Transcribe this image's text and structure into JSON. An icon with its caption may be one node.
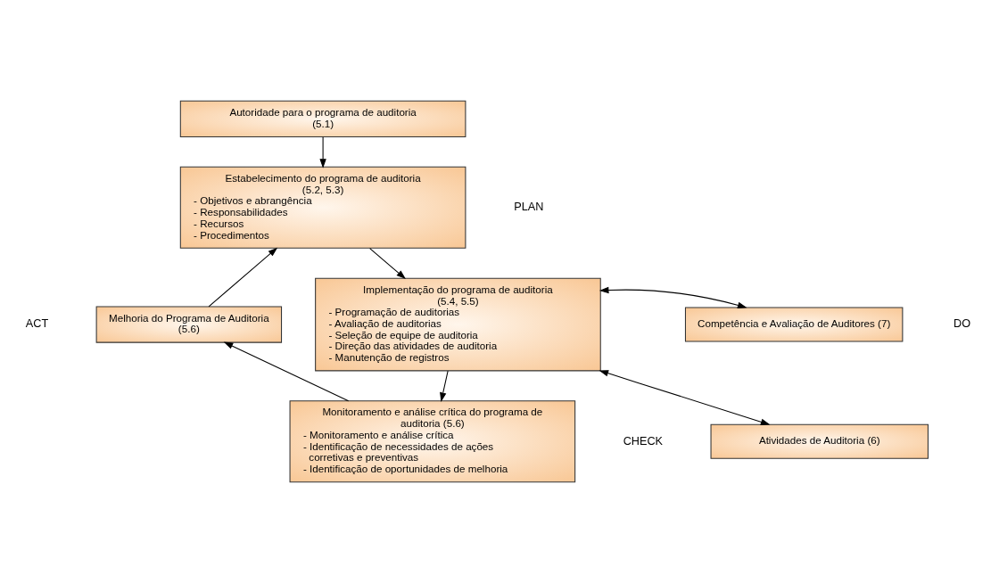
{
  "diagram": {
    "nodes": [
      {
        "text": [
          "Autoridade para o programa de auditoria",
          "(5.1)"
        ]
      },
      {
        "text": [
          "Estabelecimento do programa de auditoria",
          "(5.2, 5.3)",
          "- Objetivos e abrangência",
          "- Responsabilidades",
          "- Recursos",
          "- Procedimentos"
        ]
      },
      {
        "text": [
          "Implementação do programa de auditoria",
          "(5.4, 5.5)",
          "- Programação de auditorias",
          "- Avaliação de auditorias",
          "- Seleção de equipe de auditoria",
          "- Direção das atividades de auditoria",
          "- Manutenção de registros"
        ]
      },
      {
        "text": [
          "Competência e Avaliação de Auditores (7)"
        ]
      },
      {
        "text": [
          "Atividades de Auditoria (6)"
        ]
      },
      {
        "text": [
          "Monitoramento e análise crítica do programa de auditoria (5.6)",
          "- Monitoramento e análise crítica",
          "- Identificação de necessidades de ações corretivas e preventivas",
          "- Identificação de oportunidades de melhoria"
        ]
      },
      {
        "text": [
          "Melhoria do Programa de Auditoria",
          "(5.6)"
        ]
      }
    ],
    "edges": [
      {
        "from": 0,
        "to": 1,
        "arrow": "to"
      },
      {
        "from": 1,
        "to": 2,
        "arrow": "to"
      },
      {
        "from": 2,
        "to": 3,
        "arrow": "both"
      },
      {
        "from": 2,
        "to": 4,
        "arrow": "both"
      },
      {
        "from": 2,
        "to": 5,
        "arrow": "to"
      },
      {
        "from": 5,
        "to": 6,
        "arrow": "to"
      },
      {
        "from": 6,
        "to": 1,
        "arrow": "to"
      }
    ],
    "labels": [
      "PLAN",
      "ACT",
      "DO",
      "CHECK"
    ]
  }
}
